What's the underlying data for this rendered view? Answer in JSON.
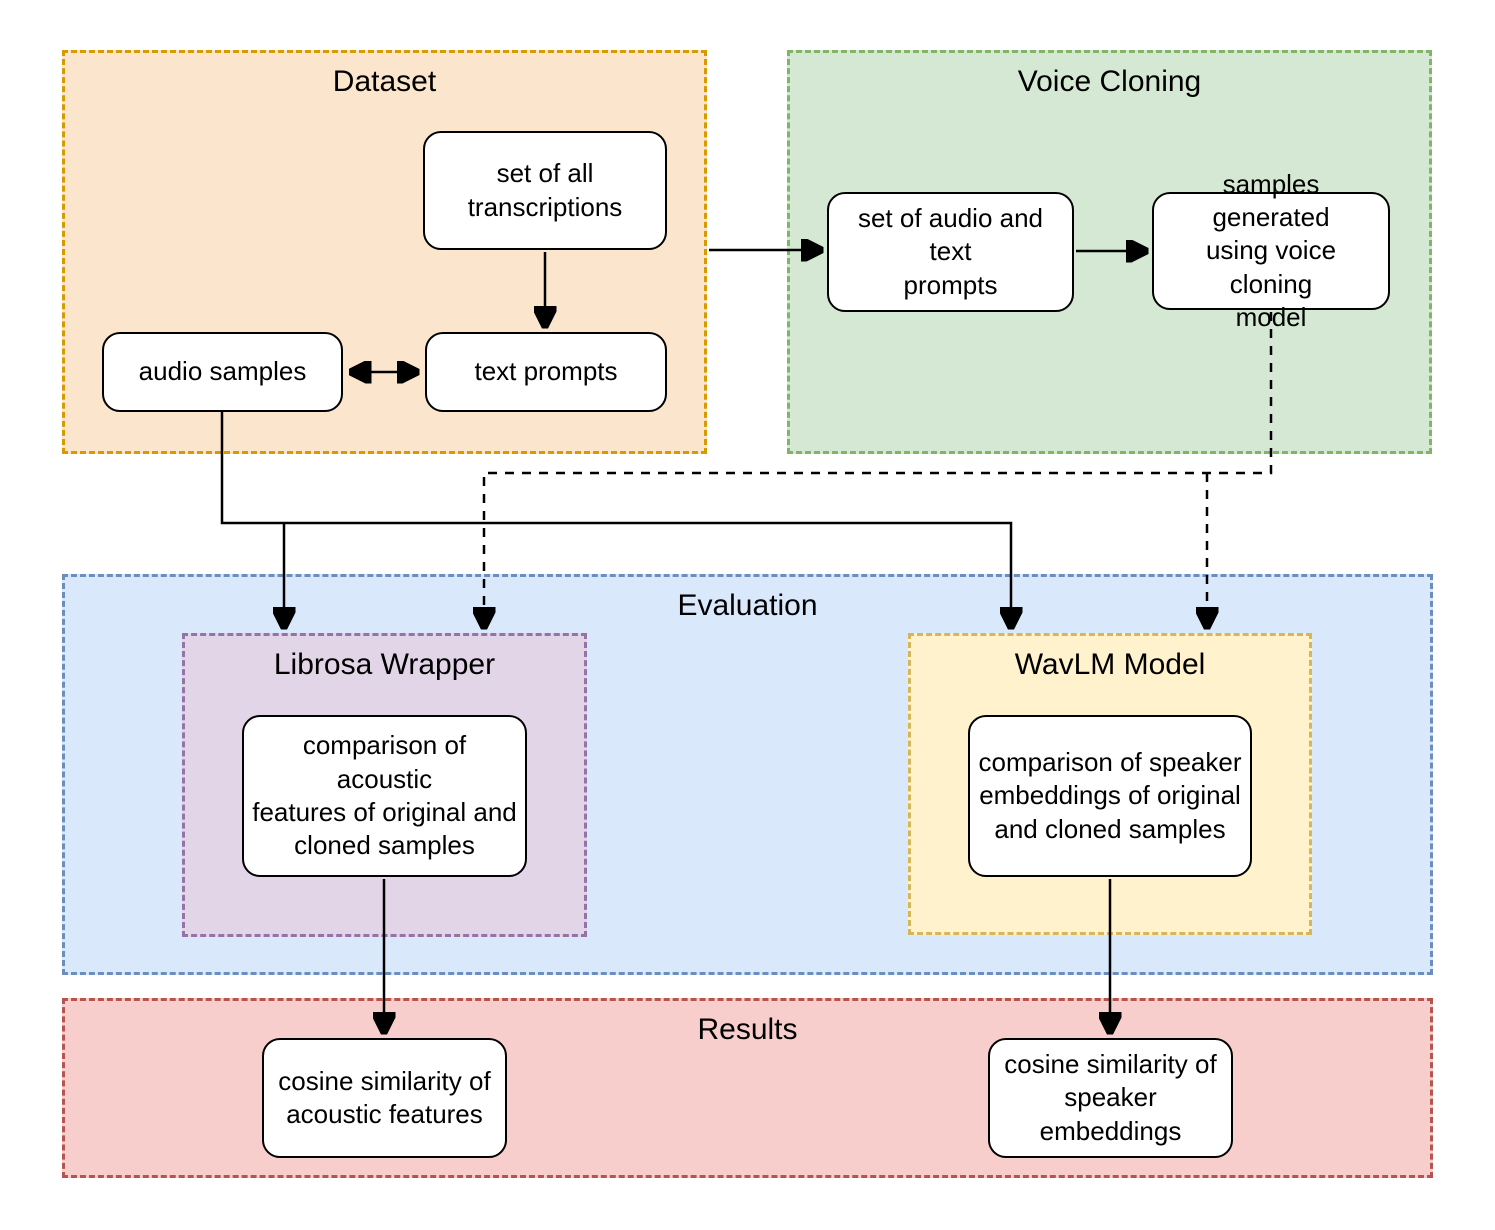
{
  "diagram": {
    "connector_color": "#000000",
    "node_fill": "#FFFFFF",
    "node_border": "#000000",
    "containers": {
      "dataset": {
        "label": "Dataset",
        "fill": "#FCE5CD",
        "border": "#D79B00"
      },
      "voice_cloning": {
        "label": "Voice Cloning",
        "fill": "#D5E8D4",
        "border": "#82B366"
      },
      "evaluation": {
        "label": "Evaluation",
        "fill": "#DAE8FC",
        "border": "#6C8EBF"
      },
      "results": {
        "label": "Results",
        "fill": "#F8CECC",
        "border": "#B85450"
      },
      "librosa_wrapper": {
        "label": "Librosa Wrapper",
        "fill": "#E1D5E7",
        "border": "#9673A6"
      },
      "wavlm_model": {
        "label": "WavLM Model",
        "fill": "#FFF2CC",
        "border": "#D6B656"
      }
    },
    "nodes": {
      "transcriptions": {
        "label": "set of all\ntranscriptions"
      },
      "audio_samples": {
        "label": "audio samples"
      },
      "text_prompts": {
        "label": "text prompts"
      },
      "audio_text_prompts": {
        "label": "set of audio and text\nprompts"
      },
      "generated_samples": {
        "label": "samples generated\nusing voice cloning\nmodel"
      },
      "acoustic_comparison": {
        "label": "comparison of acoustic\nfeatures of original and\ncloned samples"
      },
      "embedding_comparison": {
        "label": "comparison of speaker\nembeddings of original\nand cloned samples"
      },
      "cosine_acoustic": {
        "label": "cosine similarity of\nacoustic features"
      },
      "cosine_embeddings": {
        "label": "cosine similarity of\nspeaker embeddings"
      }
    },
    "edges": [
      {
        "from": "transcriptions",
        "to": "text_prompts",
        "style": "solid"
      },
      {
        "from": "audio_samples",
        "to": "text_prompts",
        "style": "solid",
        "bidirectional": true
      },
      {
        "from": "dataset",
        "to": "audio_text_prompts",
        "style": "solid"
      },
      {
        "from": "audio_text_prompts",
        "to": "generated_samples",
        "style": "solid"
      },
      {
        "from": "audio_samples",
        "to": "librosa_wrapper",
        "style": "solid"
      },
      {
        "from": "audio_samples",
        "to": "wavlm_model",
        "style": "solid"
      },
      {
        "from": "generated_samples",
        "to": "librosa_wrapper",
        "style": "dashed"
      },
      {
        "from": "generated_samples",
        "to": "wavlm_model",
        "style": "dashed"
      },
      {
        "from": "acoustic_comparison",
        "to": "cosine_acoustic",
        "style": "solid"
      },
      {
        "from": "embedding_comparison",
        "to": "cosine_embeddings",
        "style": "solid"
      }
    ]
  }
}
